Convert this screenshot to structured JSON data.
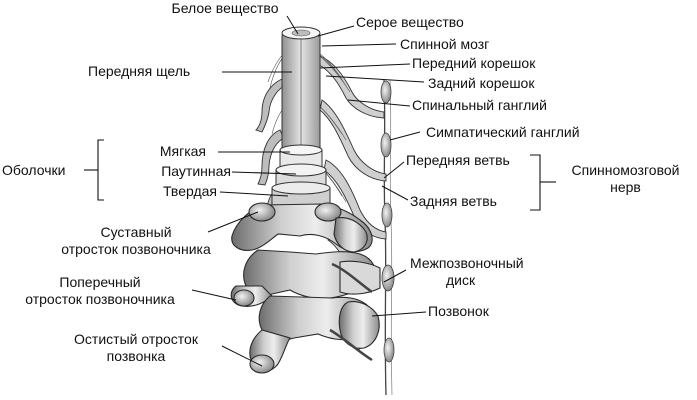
{
  "labels": {
    "white_matter": "Белое вещество",
    "gray_matter": "Серое вещество",
    "spinal_cord": "Спинной мозг",
    "anterior_root": "Передний корешок",
    "posterior_root": "Задний корешок",
    "spinal_ganglion": "Спинальный ганглий",
    "anterior_fissure": "Передняя щель",
    "sympathetic_ganglion": "Симпатический ганглий",
    "meninges": "Оболочки",
    "pia": "Мягкая",
    "arachnoid": "Паутинная",
    "dura": "Твердая",
    "anterior_branch": "Передняя ветвь",
    "posterior_branch": "Задняя ветвь",
    "spinal_nerve_line1": "Спинномозговой",
    "spinal_nerve_line2": "нерв",
    "articular_process_line1": "Суставный",
    "articular_process_line2": "отросток позвоночника",
    "intervertebral_disc_line1": "Межпозвоночный",
    "intervertebral_disc_line2": "диск",
    "transverse_process_line1": "Поперечный",
    "transverse_process_line2": "отросток позвоночника",
    "vertebra": "Позвонок",
    "spinous_process_line1": "Остистый отросток",
    "spinous_process_line2": "позвонка"
  }
}
